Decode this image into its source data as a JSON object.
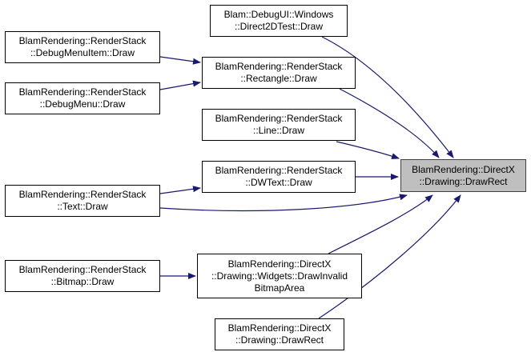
{
  "diagram": {
    "colors": {
      "edge": "#191970",
      "node_border": "#000000",
      "target_fill": "#bfbfbf",
      "target_border": "#404040"
    },
    "target": {
      "line1": "BlamRendering::DirectX",
      "line2": "::Drawing::DrawRect"
    },
    "callers": [
      {
        "id": "n1",
        "lines": [
          "Blam::DebugUI::Windows",
          "::Direct2DTest::Draw"
        ]
      },
      {
        "id": "n2",
        "lines": [
          "BlamRendering::RenderStack",
          "::DebugMenuItem::Draw"
        ]
      },
      {
        "id": "n3",
        "lines": [
          "BlamRendering::RenderStack",
          "::Rectangle::Draw"
        ]
      },
      {
        "id": "n4",
        "lines": [
          "BlamRendering::RenderStack",
          "::DebugMenu::Draw"
        ]
      },
      {
        "id": "n5",
        "lines": [
          "BlamRendering::RenderStack",
          "::Line::Draw"
        ]
      },
      {
        "id": "n6",
        "lines": [
          "BlamRendering::RenderStack",
          "::DWText::Draw"
        ]
      },
      {
        "id": "n7",
        "lines": [
          "BlamRendering::RenderStack",
          "::Text::Draw"
        ]
      },
      {
        "id": "n8",
        "lines": [
          "BlamRendering::RenderStack",
          "::Bitmap::Draw"
        ]
      },
      {
        "id": "n9",
        "lines": [
          "BlamRendering::DirectX",
          "::Drawing::Widgets::DrawInvalid",
          "BitmapArea"
        ]
      },
      {
        "id": "n10",
        "lines": [
          "BlamRendering::DirectX",
          "::Drawing::DrawRect"
        ]
      }
    ],
    "edges": [
      {
        "from": "n1",
        "to": "target"
      },
      {
        "from": "n3",
        "to": "target"
      },
      {
        "from": "n5",
        "to": "target"
      },
      {
        "from": "n6",
        "to": "target"
      },
      {
        "from": "n7",
        "to": "target"
      },
      {
        "from": "n9",
        "to": "target"
      },
      {
        "from": "n10",
        "to": "target"
      },
      {
        "from": "n2",
        "to": "n3"
      },
      {
        "from": "n4",
        "to": "n3"
      },
      {
        "from": "n7",
        "to": "n6"
      },
      {
        "from": "n8",
        "to": "n9"
      }
    ]
  }
}
